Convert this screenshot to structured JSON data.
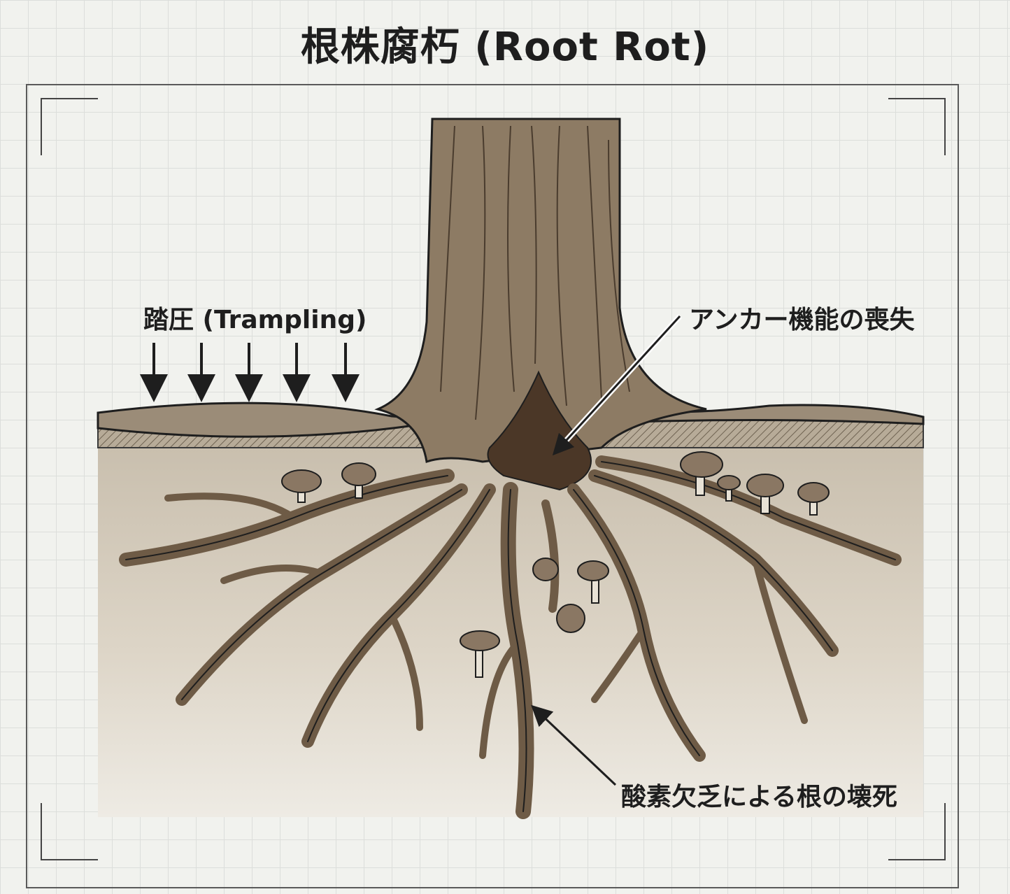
{
  "title": "根株腐朽 (Root Rot)",
  "labels": {
    "trampling": "踏圧 (Trampling)",
    "anchor_loss": "アンカー機能の喪失",
    "root_necrosis": "酸素欠乏による根の壊死"
  },
  "colors": {
    "background": "#f1f2ee",
    "grid": "#dcdedb",
    "soil": "#d8d0c1",
    "surface": "#9b8c78",
    "trunk": "#8d7b64",
    "rot": "#4b3727",
    "mushroom": "#8a7763",
    "ink": "#1e1e1e"
  }
}
